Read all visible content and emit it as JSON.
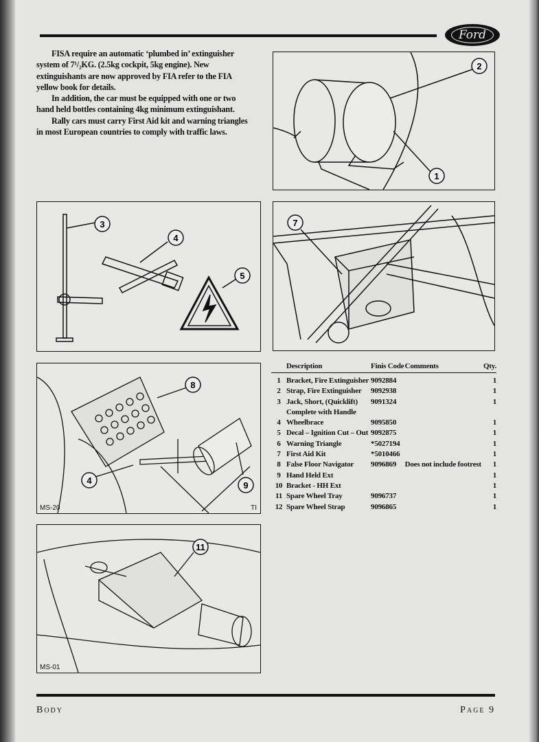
{
  "brand": {
    "logo": "Ford"
  },
  "intro": {
    "paragraphs": [
      "FISA require an automatic ‘plumbed in’ extinguisher system of 7¹/₂KG. (2.5kg cockpit, 5kg engine). New extinguishants are now approved by FIA refer to the FIA yellow book for details.",
      "In addition, the car must be equipped with one or two hand held bottles containing 4kg minimum extinguishant.",
      "Rally cars must carry First Aid kit and warning triangles in most European countries to comply with traffic laws."
    ]
  },
  "figures": {
    "fire_extinguisher": {
      "callouts": [
        "2",
        "1"
      ]
    },
    "tools": {
      "callouts": [
        "3",
        "4",
        "5"
      ]
    },
    "first_aid": {
      "callouts": [
        "7"
      ]
    },
    "footwell": {
      "callouts": [
        "8",
        "4",
        "9"
      ],
      "label_left": "MS-20",
      "label_right": "TI"
    },
    "spare_wheel": {
      "callouts": [
        "11"
      ],
      "label_left": "MS-01"
    }
  },
  "parts_table": {
    "headers": {
      "description": "Description",
      "code": "Finis Code",
      "comments": "Comments",
      "qty": "Qty."
    },
    "rows": [
      {
        "no": "1",
        "description": "Bracket, Fire Extinguisher",
        "code": "9092884",
        "comments": "",
        "qty": "1"
      },
      {
        "no": "2",
        "description": "Strap, Fire Extinguisher",
        "code": "9092938",
        "comments": "",
        "qty": "1"
      },
      {
        "no": "3",
        "description": "Jack, Short, (Quicklift)",
        "code": "9091324",
        "comments": "",
        "qty": "1"
      },
      {
        "no": "",
        "description": "Complete with Handle",
        "code": "",
        "comments": "",
        "qty": ""
      },
      {
        "no": "4",
        "description": "Wheelbrace",
        "code": "9095850",
        "comments": "",
        "qty": "1"
      },
      {
        "no": "5",
        "description": "Decal – Ignition Cut – Out",
        "code": "9092875",
        "comments": "",
        "qty": "1"
      },
      {
        "no": "6",
        "description": "Warning Triangle",
        "code": "*5027194",
        "comments": "",
        "qty": "1"
      },
      {
        "no": "7",
        "description": "First Aid Kit",
        "code": "*5010466",
        "comments": "",
        "qty": "1"
      },
      {
        "no": "8",
        "description": "False Floor Navigator",
        "code": "9096869",
        "comments": "Does not include footrest",
        "qty": "1"
      },
      {
        "no": "9",
        "description": "Hand Held Ext",
        "code": "",
        "comments": "",
        "qty": "1"
      },
      {
        "no": "10",
        "description": "Bracket - HH Ext",
        "code": "",
        "comments": "",
        "qty": "1"
      },
      {
        "no": "11",
        "description": "Spare Wheel Tray",
        "code": "9096737",
        "comments": "",
        "qty": "1"
      },
      {
        "no": "12",
        "description": "Spare Wheel Strap",
        "code": "9096865",
        "comments": "",
        "qty": "1"
      }
    ]
  },
  "footer": {
    "section": "Body",
    "page": "Page 9"
  }
}
